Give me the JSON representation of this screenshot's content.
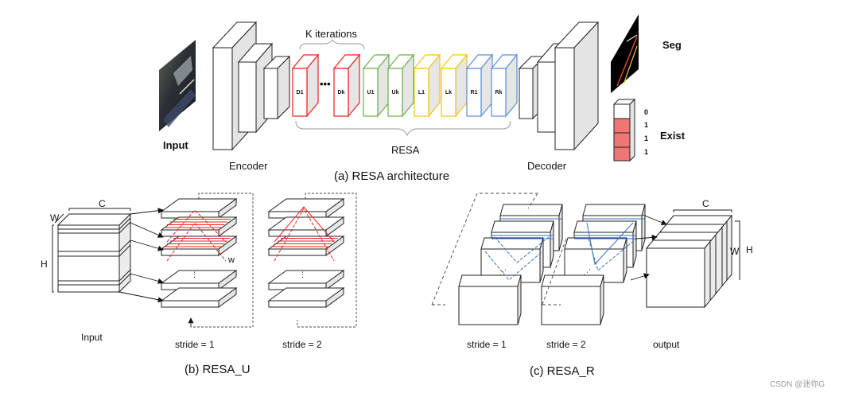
{
  "panel_a": {
    "caption": "(a) RESA architecture",
    "input_label": "Input",
    "encoder_label": "Encoder",
    "decoder_label": "Decoder",
    "k_iterations_label": "K iterations",
    "resa_label": "RESA",
    "ellipsis": "•••",
    "blocks": [
      {
        "label": "D1",
        "color": "#e8231f"
      },
      {
        "label": "Dk",
        "color": "#e8231f"
      },
      {
        "label": "U1",
        "color": "#6ab04c"
      },
      {
        "label": "Uk",
        "color": "#6ab04c"
      },
      {
        "label": "L1",
        "color": "#f0c419"
      },
      {
        "label": "Lk",
        "color": "#f0c419"
      },
      {
        "label": "R1",
        "color": "#5b8ed6"
      },
      {
        "label": "Rk",
        "color": "#5b8ed6"
      }
    ],
    "seg_label": "Seg",
    "exist_label": "Exist",
    "exist_values": [
      "0",
      "1",
      "1",
      "1"
    ]
  },
  "panel_b": {
    "caption": "(b) RESA_U",
    "input_label": "Input",
    "dim_c": "C",
    "dim_w": "W",
    "dim_h": "H",
    "dim_w_small": "w",
    "stride1_label": "stride = 1",
    "stride2_label": "stride = 2",
    "highlight_color": "#e8231f"
  },
  "panel_c": {
    "caption": "(c) RESA_R",
    "stride1_label": "stride = 1",
    "stride2_label": "stride = 2",
    "output_label": "output",
    "dim_c": "C",
    "dim_w": "W",
    "dim_h": "H",
    "highlight_color": "#3a6fc4"
  },
  "watermark": "CSDN @迷你G"
}
